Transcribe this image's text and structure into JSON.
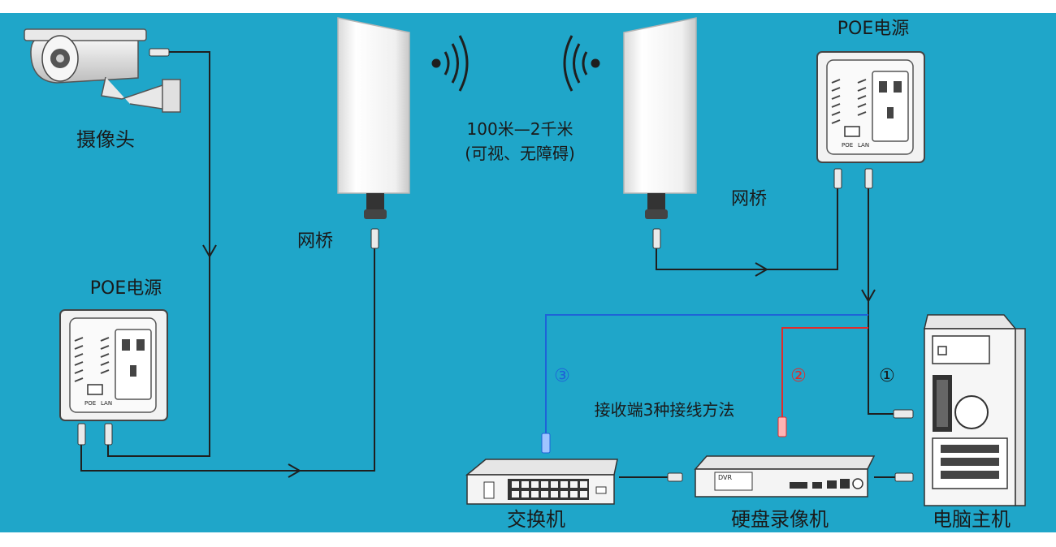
{
  "labels": {
    "camera": "摄像头",
    "bridge_left": "网桥",
    "bridge_right": "网桥",
    "distance_line1": "100米—2千米",
    "distance_line2": "(可视、无障碍)",
    "poe_left": "POE电源",
    "poe_right": "POE电源",
    "poe_port_poe": "POE",
    "poe_port_lan": "LAN",
    "method_note": "接收端3种接线方法",
    "marker_1": "①",
    "marker_2": "②",
    "marker_3": "③",
    "switch": "交换机",
    "nvr": "硬盘录像机",
    "nvr_badge": "DVR",
    "pc": "电脑主机"
  },
  "colors": {
    "background": "#1fa6c9",
    "line": "#1f1f1f",
    "wire_blue": "#1e63d8",
    "wire_red": "#e12b2b",
    "device_white": "#f2f2f2"
  }
}
